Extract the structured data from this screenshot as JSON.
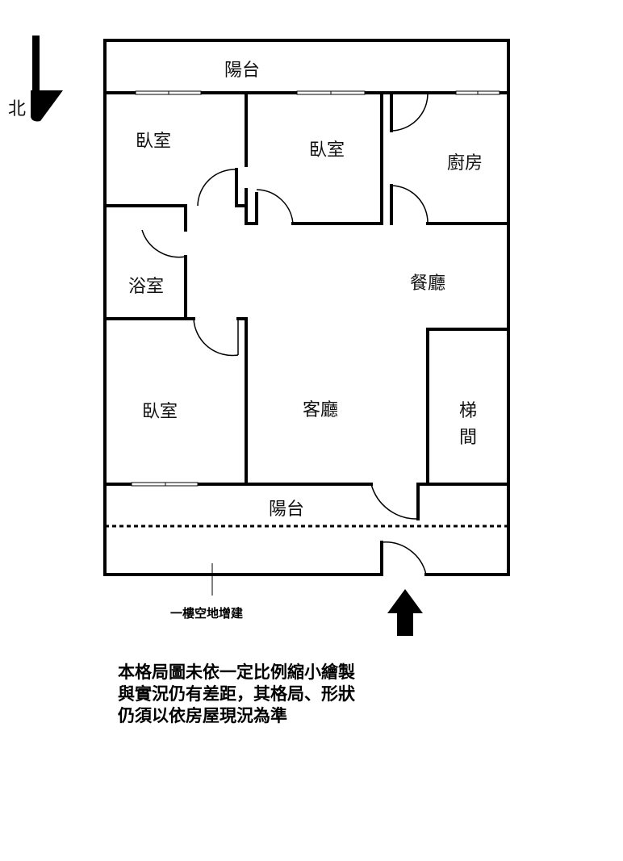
{
  "compass": {
    "north_label": "北"
  },
  "rooms": {
    "balcony_top": "陽台",
    "bedroom_1": "臥室",
    "bedroom_2": "臥室",
    "kitchen": "廚房",
    "bathroom": "浴室",
    "dining": "餐廳",
    "bedroom_3": "臥室",
    "living": "客廳",
    "stair_1": "梯",
    "stair_2": "間",
    "balcony_bottom": "陽台"
  },
  "annotation": "一樓空地增建",
  "disclaimer": [
    "本格局圖未依一定比例縮小繪製",
    "與實況仍有差距，其格局、形狀",
    "仍須以依房屋現況為準"
  ]
}
